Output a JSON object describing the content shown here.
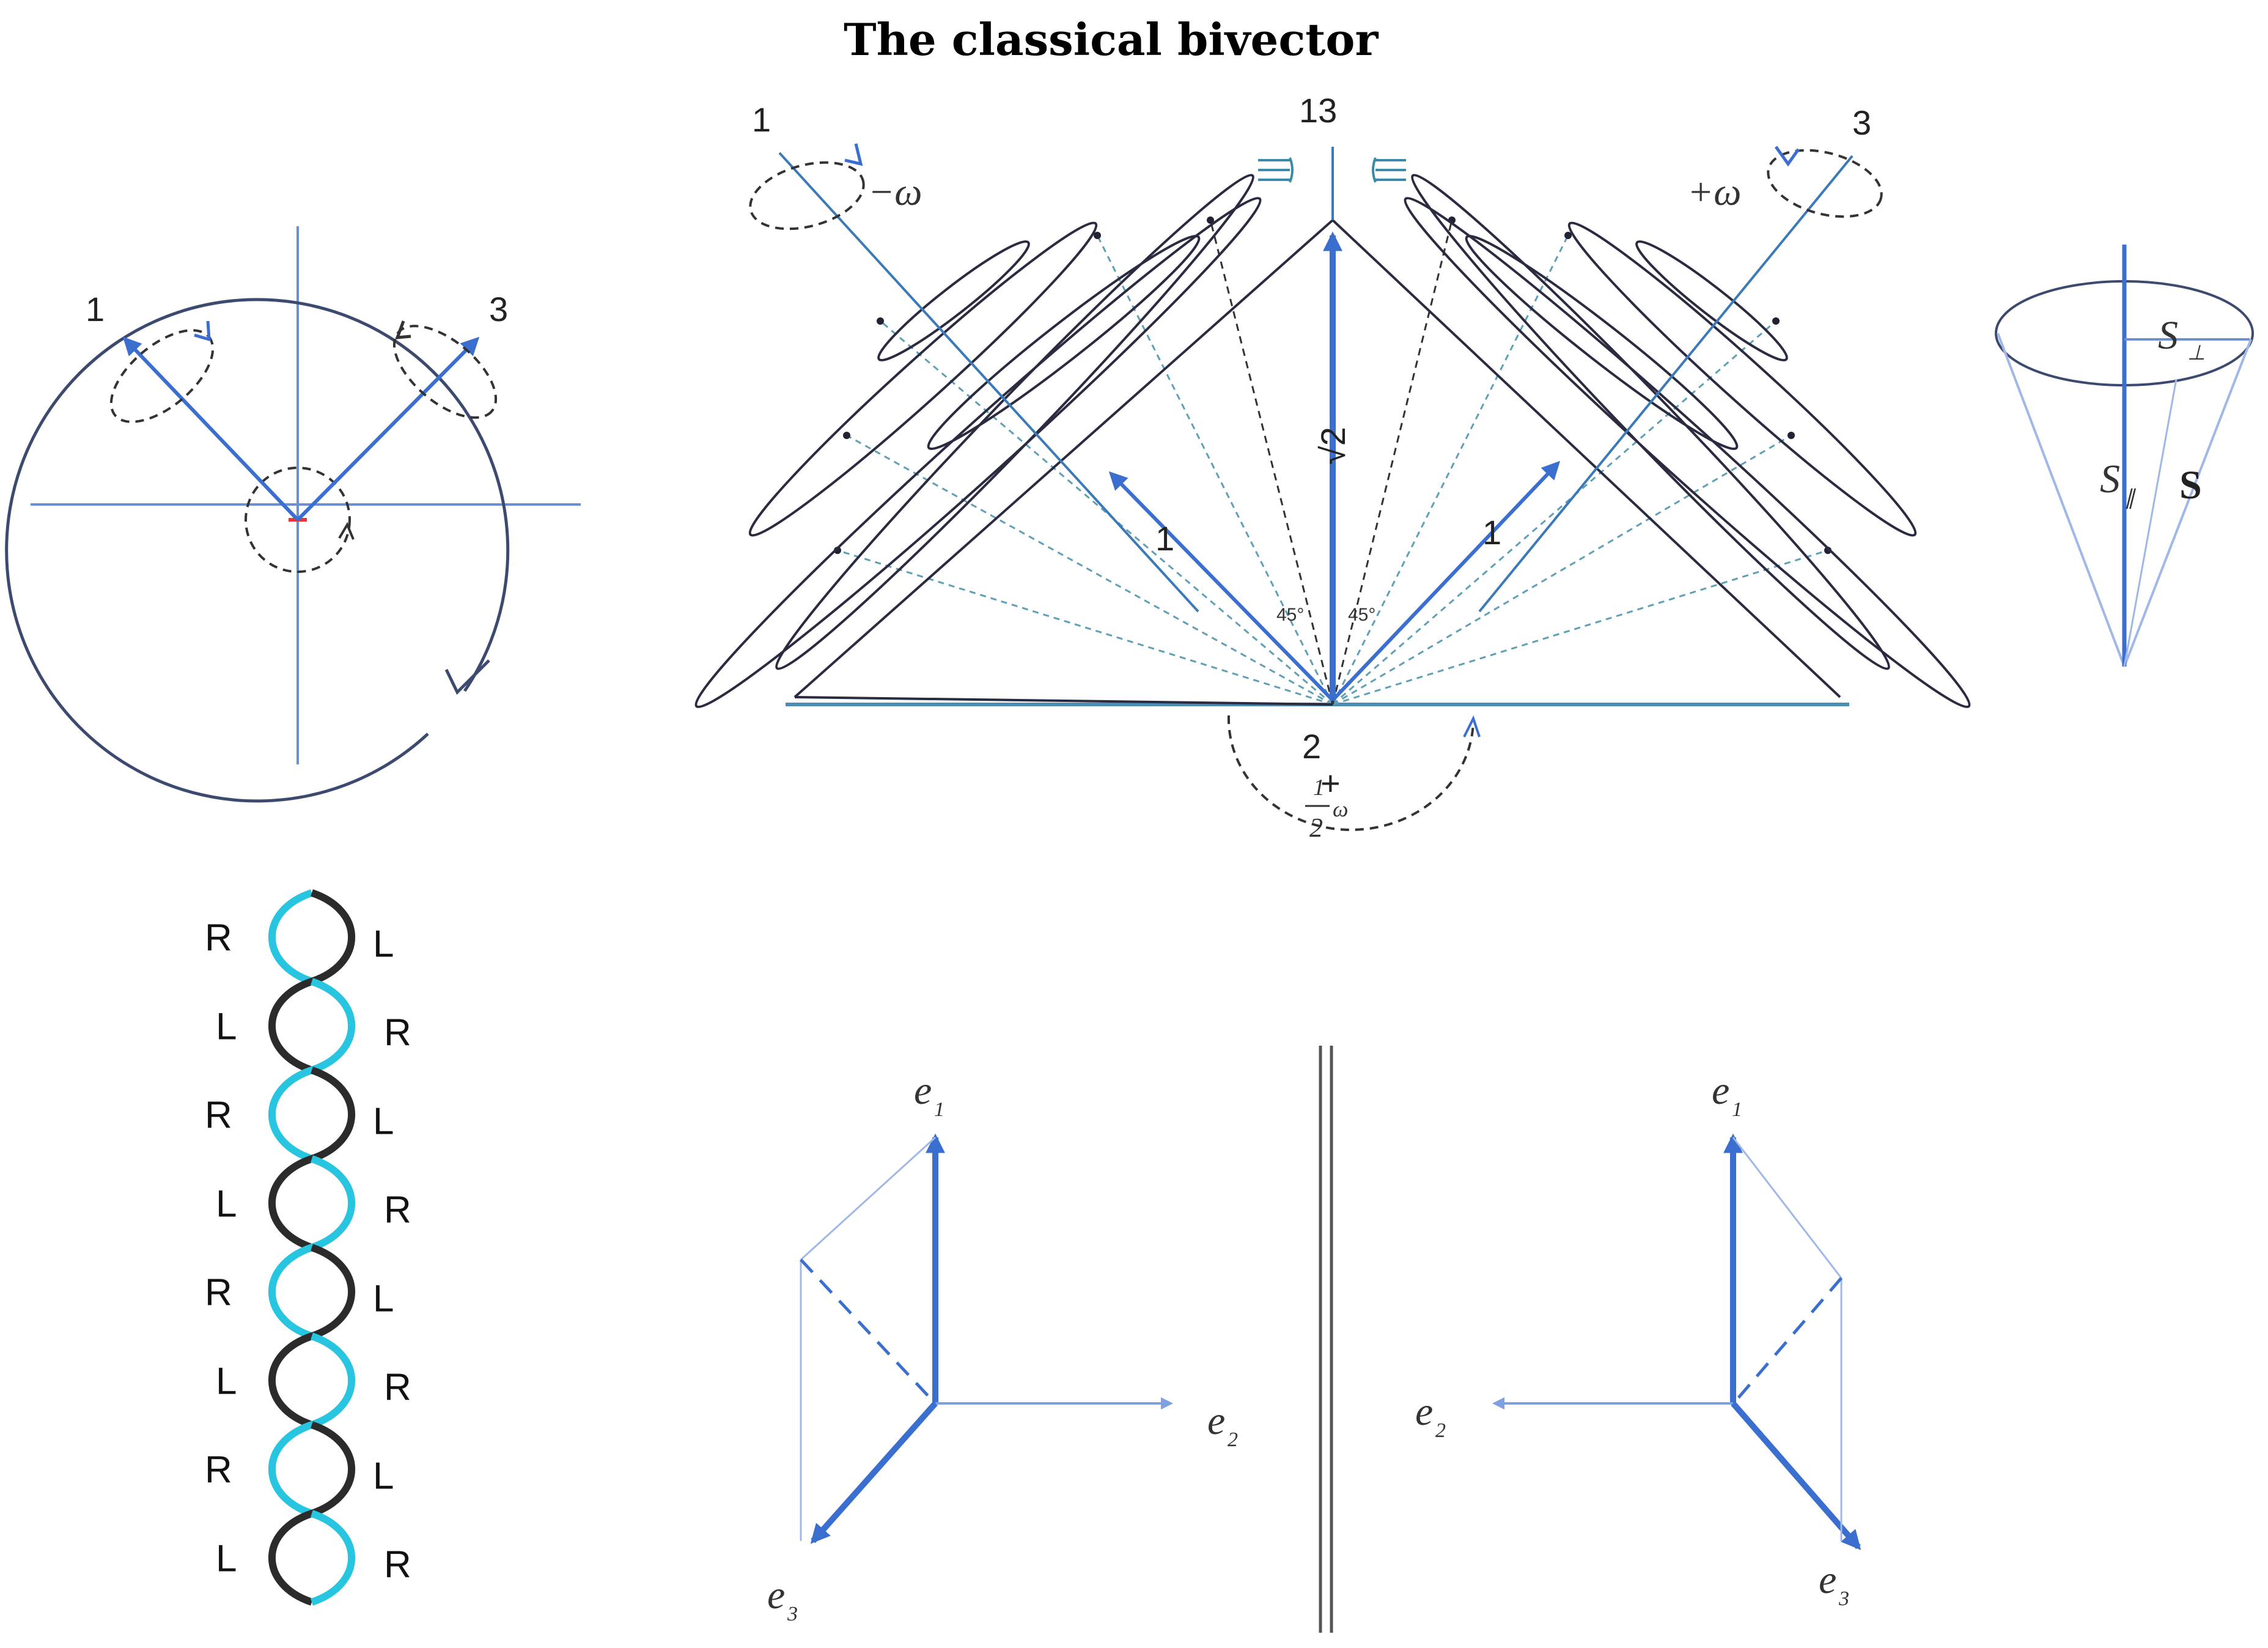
{
  "title": "The classical bivector",
  "colors": {
    "blue": "#3a6fd0",
    "lightBlue": "#9fb8e8",
    "teal": "#3a8aa8",
    "dark": "#2a2a40",
    "cyan": "#27c5e0"
  },
  "circle_panel": {
    "label_left": "1",
    "label_right": "3"
  },
  "main_panel": {
    "label_top": "13",
    "label_left": "1",
    "label_right": "3",
    "omega_left": "−ω",
    "omega_right": "+ω",
    "sqrt_label": "√2",
    "unit_left": "1",
    "unit_right": "1",
    "angle_left": "45°",
    "angle_right": "45°",
    "bottom_label": "2",
    "half_omega_num": "1",
    "half_omega_sign": "+",
    "half_omega_den": "2",
    "half_omega_sym": "ω"
  },
  "cone_panel": {
    "s_perp": "S",
    "s_perp_sub": "⊥",
    "s_par": "S",
    "s_par_sub": "∥",
    "s_total": "S"
  },
  "helix_panel": {
    "left_labels": [
      "R",
      "L",
      "R",
      "L",
      "R",
      "L",
      "R",
      "L"
    ],
    "right_labels": [
      "L",
      "R",
      "L",
      "R",
      "L",
      "R",
      "L",
      "R"
    ]
  },
  "frames": {
    "left": {
      "e1": "e",
      "e1_sub": "1",
      "e2": "e",
      "e2_sub": "2",
      "e3": "e",
      "e3_sub": "3"
    },
    "right": {
      "e1": "e",
      "e1_sub": "1",
      "e2": "e",
      "e2_sub": "2",
      "e3": "e",
      "e3_sub": "3"
    }
  }
}
